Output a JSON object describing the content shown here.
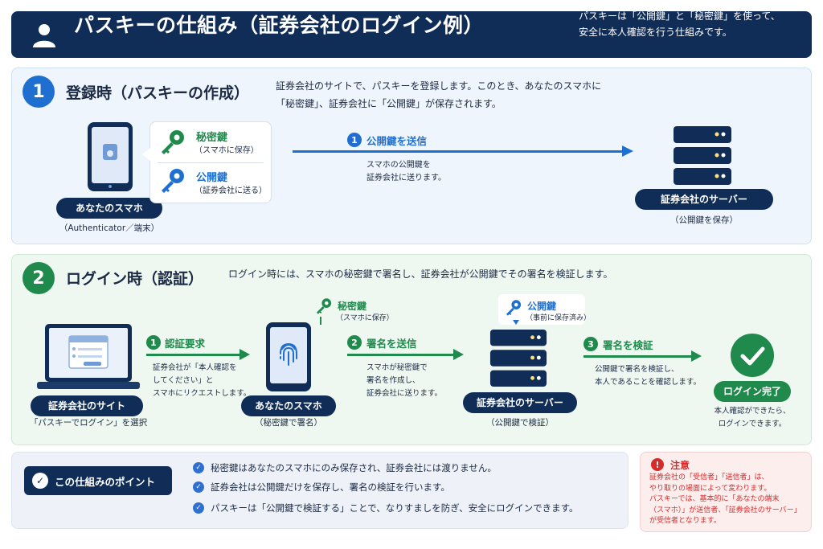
{
  "header": {
    "title": "パスキーの仕組み（証券会社のログイン例）",
    "desc_line1": "パスキーは「公開鍵」と「秘密鍵」を使って、",
    "desc_line2": "安全に本人確認を行う仕組みです。",
    "icon": "user-icon"
  },
  "section1": {
    "number": "1",
    "title": "登録時（パスキーの作成）",
    "desc_line1": "証券会社のサイトで、パスキーを登録します。このとき、あなたのスマホに",
    "desc_line2": "「秘密鍵」、証券会社に「公開鍵」が保存されます。",
    "phone_label": "あなたのスマホ",
    "phone_caption": "（Authenticator／端末）",
    "private_key_title": "秘密鍵",
    "private_key_note": "（スマホに保存）",
    "public_key_title": "公開鍵",
    "public_key_note": "（証券会社に送る）",
    "step_number": "1",
    "step_label": "公開鍵を送信",
    "step_desc_line1": "スマホの公開鍵を",
    "step_desc_line2": "証券会社に送ります。",
    "server_label": "証券会社のサーバー",
    "server_caption": "（公開鍵を保存）"
  },
  "section2": {
    "number": "2",
    "title": "ログイン時（認証）",
    "desc": "ログイン時には、スマホの秘密鍵で署名し、証券会社が公開鍵でその署名を検証します。",
    "site_label": "証券会社のサイト",
    "site_caption": "「パスキーでログイン」を選択",
    "step1_number": "1",
    "step1_label": "認証要求",
    "step1_desc_line1": "証券会社が「本人確認を",
    "step1_desc_line2": "してください」と",
    "step1_desc_line3": "スマホにリクエストします。",
    "private_key_title": "秘密鍵",
    "private_key_note": "（スマホに保存）",
    "phone_label": "あなたのスマホ",
    "phone_caption": "（秘密鍵で署名）",
    "step2_number": "2",
    "step2_label": "署名を送信",
    "step2_desc_line1": "スマホが秘密鍵で",
    "step2_desc_line2": "署名を作成し、",
    "step2_desc_line3": "証券会社に送ります。",
    "public_key_title": "公開鍵",
    "public_key_note": "（事前に保存済み）",
    "server_label": "証券会社のサーバー",
    "server_caption": "（公開鍵で検証）",
    "step3_number": "3",
    "step3_label": "署名を検証",
    "step3_desc_line1": "公開鍵で署名を検証し、",
    "step3_desc_line2": "本人であることを確認します。",
    "done_label": "ログイン完了",
    "done_caption_line1": "本人確認ができたら、",
    "done_caption_line2": "ログインできます。"
  },
  "points": {
    "title": "この仕組みのポイント",
    "items": [
      "秘密鍵はあなたのスマホにのみ保存され、証券会社には渡りません。",
      "証券会社は公開鍵だけを保存し、署名の検証を行います。",
      "パスキーは「公開鍵で検証する」ことで、なりすましを防ぎ、安全にログインできます。"
    ]
  },
  "note": {
    "title": "注意",
    "lines": [
      "証券会社の「受信者」「送信者」は、",
      "やり取りの場面によって変わります。",
      "パスキーでは、基本的に「あなたの端末",
      "（スマホ）」が送信者、「証券会社のサーバー」",
      "が受信者となります。"
    ]
  },
  "colors": {
    "navy": "#102d57",
    "blue": "#1f6fd1",
    "green": "#1f8a4c",
    "red": "#d62b2b"
  }
}
